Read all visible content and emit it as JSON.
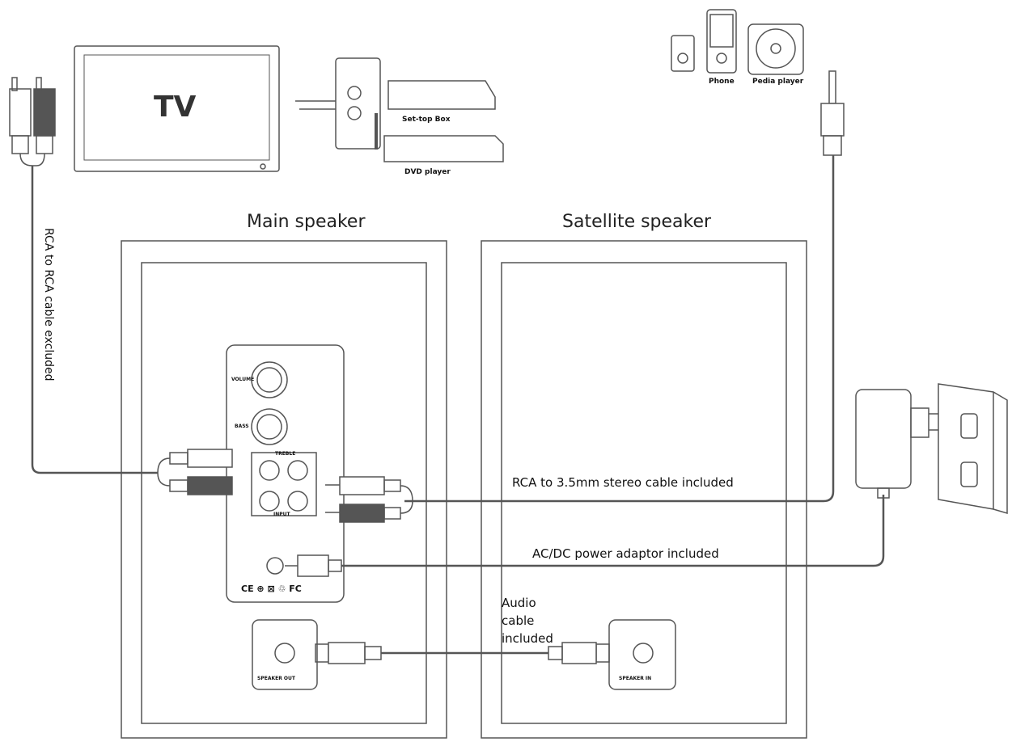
{
  "tv": {
    "label": "TV"
  },
  "sources": {
    "set_top_box": "Set-top Box",
    "dvd_player": "DVD player",
    "phone": "Phone",
    "media_player": "Pedia player"
  },
  "speakers": {
    "main": "Main speaker",
    "satellite": "Satellite speaker"
  },
  "cables": {
    "rca_rca": "RCA to RCA cable excluded",
    "rca_35": "RCA to 3.5mm stereo cable included",
    "power": "AC/DC power adaptor included",
    "audio": "Audio\ncable\nincluded"
  },
  "panel": {
    "volume": "VOLUME",
    "bass": "BASS",
    "treble": "TREBLE",
    "input": "INPUT",
    "cert_marks": "CE ⊕ ⊠ ♲ FC",
    "speaker_out": "SPEAKER OUT",
    "speaker_in": "SPEAKER IN"
  }
}
